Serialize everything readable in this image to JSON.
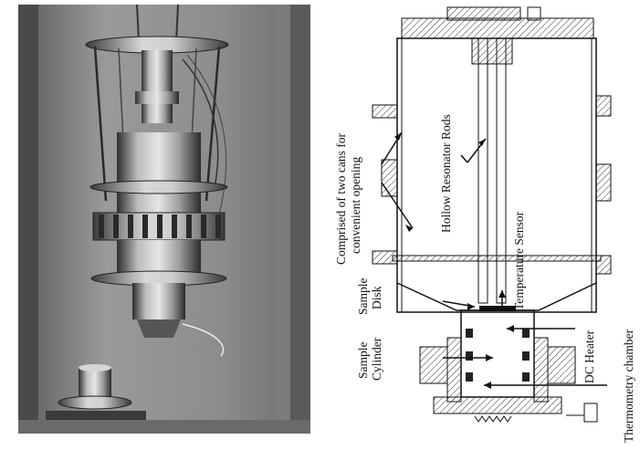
{
  "diagram": {
    "labels": {
      "cans": "Comprised of two cans for convenient opening",
      "cans_line1": "Comprised of two cans for",
      "cans_line2": "convenient opening",
      "rods": "Hollow Resonator Rods",
      "temp_sensor": "Temperature Sensor",
      "thermo_chamber": "Thermometry chamber",
      "sample_disk": "Sample Disk",
      "sample_disk_line1": "Sample",
      "sample_disk_line2": "Disk",
      "dc_heater": "DC Heater",
      "sample_cylinder": "Sample Cylinder",
      "sample_cylinder_line1": "Sample",
      "sample_cylinder_line2": "Cylinder"
    }
  },
  "colors": {
    "metal_light": "#c9c9c9",
    "metal_dark": "#3a3a3a",
    "background_photo": "#8a8a8a",
    "line": "#111111"
  }
}
